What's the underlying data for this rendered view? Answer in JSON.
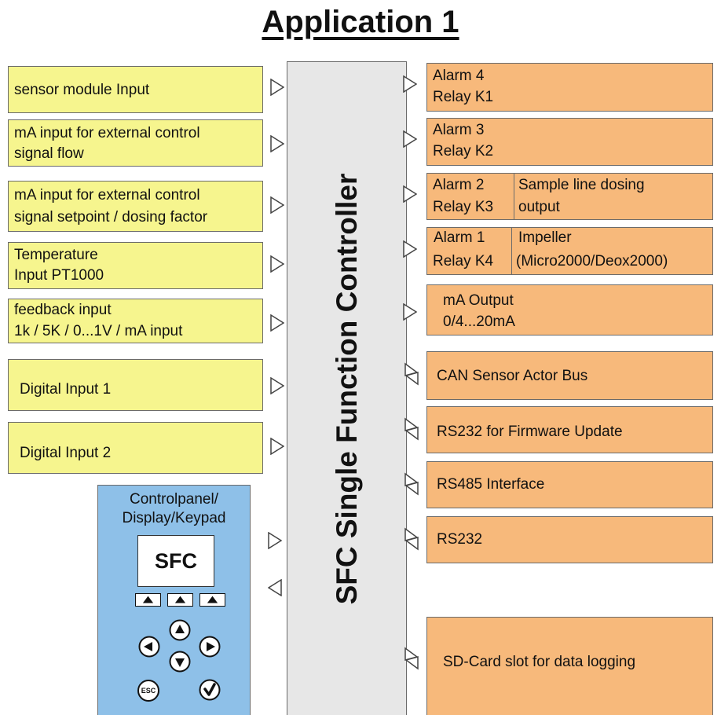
{
  "title": "Application 1",
  "controller_label": "SFC Single Function Controller",
  "inputs": [
    {
      "lines": [
        "sensor module Input"
      ]
    },
    {
      "lines": [
        "mA input for external control",
        "signal flow"
      ]
    },
    {
      "lines": [
        "mA input for external control",
        "signal setpoint / dosing factor"
      ]
    },
    {
      "lines": [
        "Temperature",
        "Input PT1000"
      ]
    },
    {
      "lines": [
        "feedback input",
        "1k / 5K / 0...1V / mA input"
      ]
    },
    {
      "lines": [
        "Digital Input 1"
      ]
    },
    {
      "lines": [
        "Digital Input 2"
      ]
    }
  ],
  "outputs": [
    {
      "alarm": "Alarm 4",
      "relay": "Relay K1"
    },
    {
      "alarm": "Alarm 3",
      "relay": "Relay K2"
    },
    {
      "alarm": "Alarm 2",
      "relay": "Relay K3",
      "desc": [
        "Sample line dosing",
        "output"
      ]
    },
    {
      "alarm": "Alarm 1",
      "relay": "Relay K4",
      "desc": [
        "Impeller",
        "(Micro2000/Deox2000)"
      ]
    },
    {
      "lines": [
        "mA Output",
        "0/4...20mA"
      ]
    },
    {
      "lines": [
        "CAN Sensor Actor Bus"
      ]
    },
    {
      "lines": [
        "RS232 for Firmware Update"
      ]
    },
    {
      "lines": [
        "RS485 Interface"
      ]
    },
    {
      "lines": [
        "RS232"
      ]
    },
    {
      "lines": [
        "SD-Card slot for data logging"
      ]
    }
  ],
  "panel": {
    "title": [
      "Controlpanel/",
      "Display/Keypad"
    ],
    "screen_text": "SFC",
    "esc_label": "ESC"
  },
  "colors": {
    "input_box": "#f6f58e",
    "output_box": "#f7b97b",
    "controller": "#e7e7e7",
    "panel": "#8ec0e8"
  }
}
